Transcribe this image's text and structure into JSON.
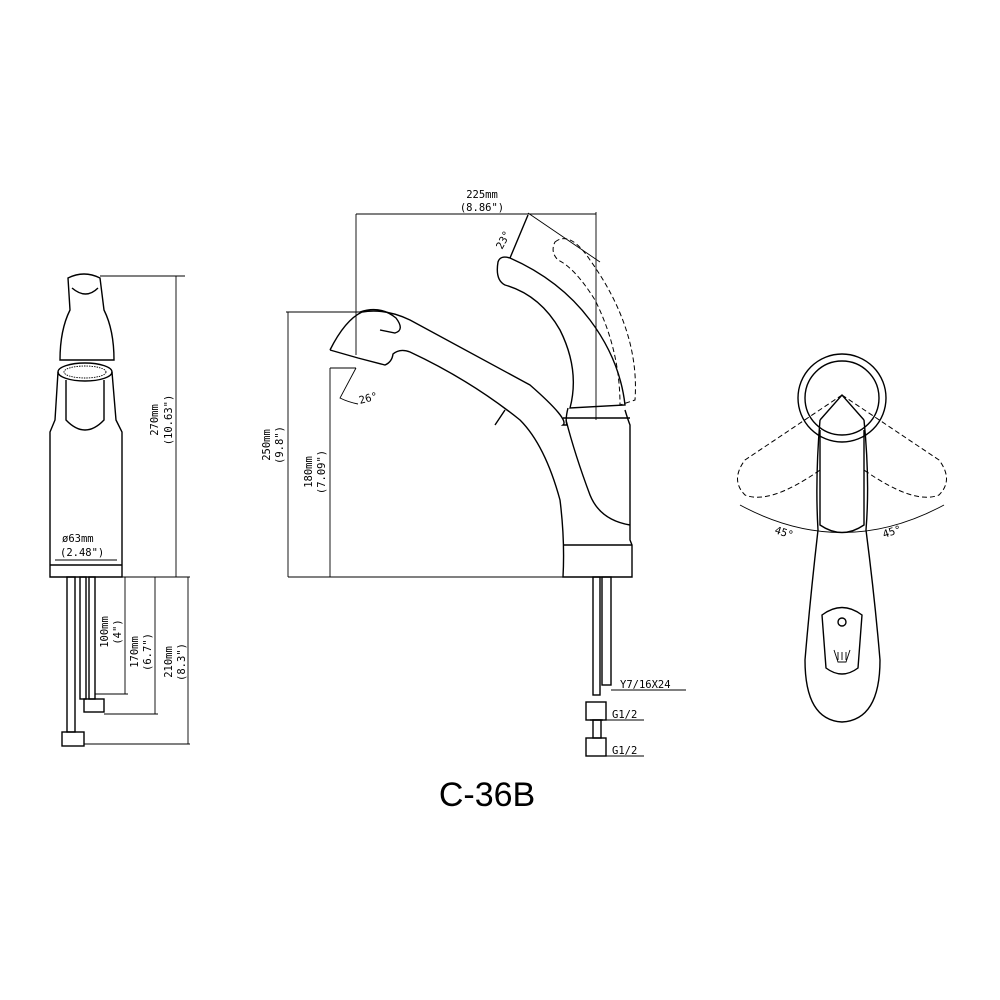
{
  "model": "C-36B",
  "front_view": {
    "height_total": {
      "mm": "270mm",
      "in": "(10.63\")"
    },
    "base_diameter": {
      "mm": "ø63mm",
      "in": "(2.48\")"
    },
    "hose_100": {
      "mm": "100mm",
      "in": "(4\")"
    },
    "hose_170": {
      "mm": "170mm",
      "in": "(6.7\")"
    },
    "hose_210": {
      "mm": "210mm",
      "in": "(8.3\")"
    }
  },
  "side_view": {
    "reach": {
      "mm": "225mm",
      "in": "(8.86\")"
    },
    "height_250": {
      "mm": "250mm",
      "in": "(9.8\")"
    },
    "height_180": {
      "mm": "180mm",
      "in": "(7.09\")"
    },
    "spout_angle": "26°",
    "lever_angle": "23°",
    "connector_thread": "Y7/16X24",
    "fitting_1": "G1/2",
    "fitting_2": "G1/2"
  },
  "top_view": {
    "rotation_left": "45°",
    "rotation_right": "45°"
  }
}
